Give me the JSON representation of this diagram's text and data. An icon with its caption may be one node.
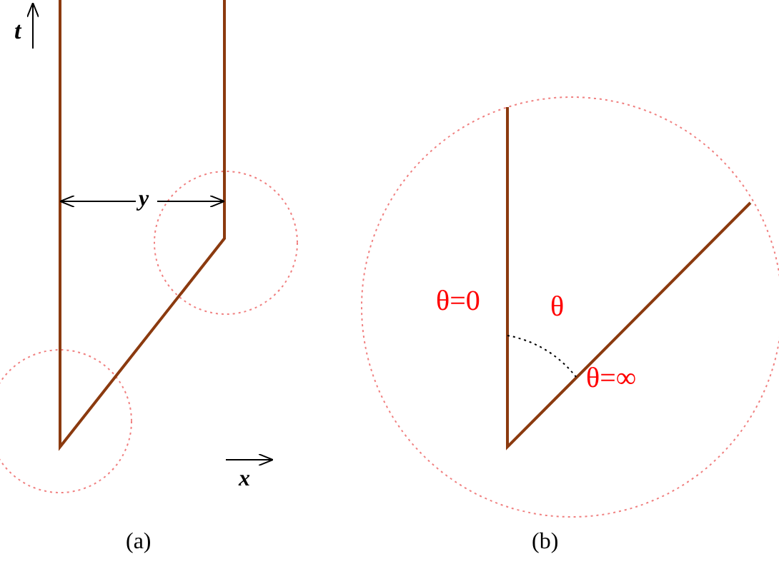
{
  "diagram": {
    "labels": [
      "t",
      "y",
      "θ=0",
      "θ",
      "θ=∞",
      "x",
      "(a)",
      "(b)"
    ]
  }
}
